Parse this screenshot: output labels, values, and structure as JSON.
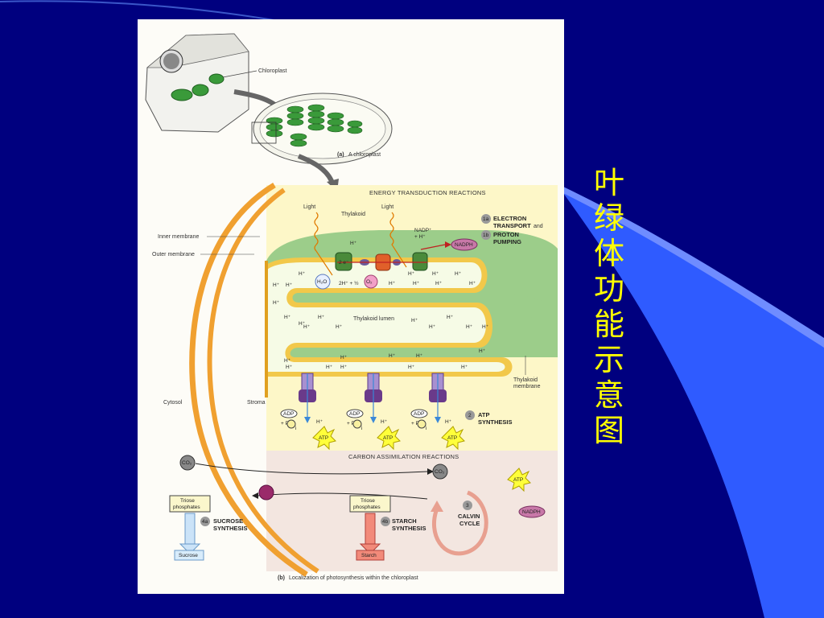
{
  "slide": {
    "title_chars": [
      "叶",
      "绿",
      "体",
      "功",
      "能",
      "示",
      "意",
      "图"
    ],
    "colors": {
      "background": "#00007f",
      "title": "#ffff00",
      "swoosh": "#2f5bff"
    }
  },
  "figure": {
    "chloroplast_label": "Chloroplast",
    "caption_a_letter": "(a)",
    "caption_a": "A chloroplast",
    "energy_title": "ENERGY TRANSDUCTION REACTIONS",
    "light_1": "Light",
    "light_2": "Light",
    "thylakoid": "Thylakoid",
    "inner_membrane": "Inner membrane",
    "outer_membrane": "Outer membrane",
    "nadp": "NADP⁺",
    "nadp_h": "+ H⁺",
    "nadph": "NADPH",
    "step_1a": "1a",
    "step_1b": "1b",
    "electron_transport_1": "ELECTRON",
    "electron_transport_2": "TRANSPORT",
    "and": "and",
    "proton_pumping_1": "PROTON",
    "proton_pumping_2": "PUMPING",
    "electrons": "2 e⁻",
    "h2o": "H₂O",
    "water_split": "2H⁺ + ½",
    "o2": "O₂",
    "h_plus": "H⁺",
    "thylakoid_lumen": "Thylakoid lumen",
    "thylakoid_membrane_1": "Thylakoid",
    "thylakoid_membrane_2": "membrane",
    "cytosol": "Cytosol",
    "stroma": "Stroma",
    "adp": "ADP",
    "plus_p": "+ P",
    "p_sub": "i",
    "atp": "ATP",
    "step_2": "2",
    "atp_synthesis_1": "ATP",
    "atp_synthesis_2": "SYNTHESIS",
    "carbon_title": "CARBON ASSIMILATION REACTIONS",
    "co2": "CO₂",
    "triose_1": "Triose",
    "triose_2": "phosphates",
    "step_4a": "4a",
    "sucrose_synthesis_1": "SUCROSE",
    "sucrose_synthesis_2": "SYNTHESIS",
    "sucrose": "Sucrose",
    "step_4b": "4b",
    "starch_synthesis_1": "STARCH",
    "starch_synthesis_2": "SYNTHESIS",
    "starch": "Starch",
    "step_3": "3",
    "calvin_1": "CALVIN",
    "calvin_2": "CYCLE",
    "caption_b_letter": "(b)",
    "caption_b": "Localization of photosynthesis within the chloroplast"
  }
}
